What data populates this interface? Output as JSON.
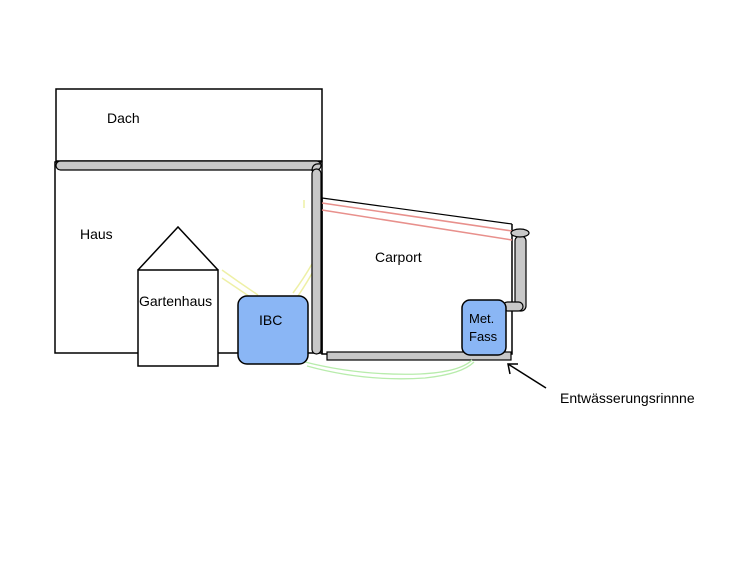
{
  "labels": {
    "roof": "Dach",
    "house": "Haus",
    "carport": "Carport",
    "garden_house": "Gartenhaus",
    "ibc": "IBC",
    "metal_barrel_line1": "Met.",
    "metal_barrel_line2": "Fass",
    "drainage": "Entwässerungsrinnne"
  },
  "colors": {
    "outline": "#000000",
    "gutter_fill": "#c8c8c8",
    "tank_fill": "#8ab6f5",
    "rafter": "#e8908c",
    "hose_green": "#b8ecac",
    "hose_yellow": "#eef0a6"
  }
}
